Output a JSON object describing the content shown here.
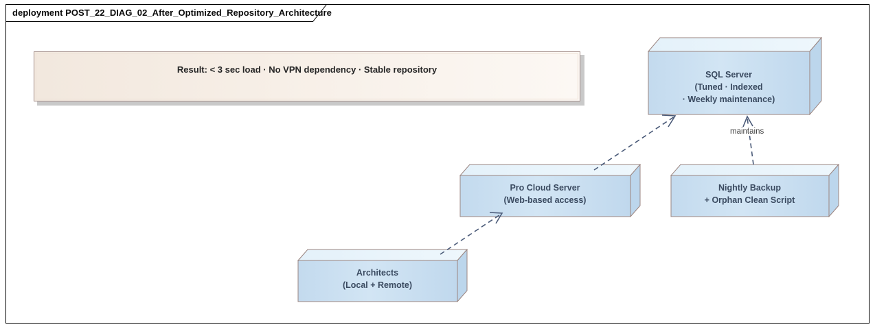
{
  "frame": {
    "keyword": "deployment",
    "title": "deployment POST_22_DIAG_02_After_Optimized_Repository_Architecture",
    "diagram_name": "POST_22_DIAG_02_After_Optimized_Repository_Architecture",
    "border_color": "#000000"
  },
  "note": {
    "text": "Result: < 3 sec load · No VPN dependency · Stable repository",
    "fill_color": "#f7efe7",
    "border_color": "#a08a85",
    "text_color": "#262626"
  },
  "nodes": [
    {
      "id": "sql-server",
      "lines": [
        "SQL Server",
        "(Tuned · Indexed",
        "· Weekly maintenance)"
      ],
      "fill_color": "#cfe3f3",
      "top_face_color": "#e8f4fb",
      "border_color": "#9b8580",
      "text_color": "#3a4a60"
    },
    {
      "id": "pro-cloud-server",
      "lines": [
        "Pro Cloud Server",
        "(Web-based access)"
      ],
      "fill_color": "#cfe3f3",
      "top_face_color": "#e8f4fb",
      "border_color": "#9b8580",
      "text_color": "#3a4a60"
    },
    {
      "id": "nightly-backup",
      "lines": [
        "Nightly Backup",
        "+ Orphan Clean Script"
      ],
      "fill_color": "#cfe3f3",
      "top_face_color": "#e8f4fb",
      "border_color": "#9b8580",
      "text_color": "#3a4a60"
    },
    {
      "id": "architects",
      "lines": [
        "Architects",
        "(Local + Remote)"
      ],
      "fill_color": "#cfe3f3",
      "top_face_color": "#e8f4fb",
      "border_color": "#9b8580",
      "text_color": "#3a4a60"
    }
  ],
  "connectors": [
    {
      "id": "architects-to-pro-cloud",
      "from": "architects",
      "to": "pro-cloud-server",
      "style": "dashed-dependency",
      "label": "",
      "color": "#4a5a78"
    },
    {
      "id": "pro-cloud-to-sql-server",
      "from": "pro-cloud-server",
      "to": "sql-server",
      "style": "dashed-dependency",
      "label": "",
      "color": "#4a5a78"
    },
    {
      "id": "nightly-backup-to-sql-server",
      "from": "nightly-backup",
      "to": "sql-server",
      "style": "dashed-dependency",
      "label": "maintains",
      "color": "#4a5a78"
    }
  ]
}
